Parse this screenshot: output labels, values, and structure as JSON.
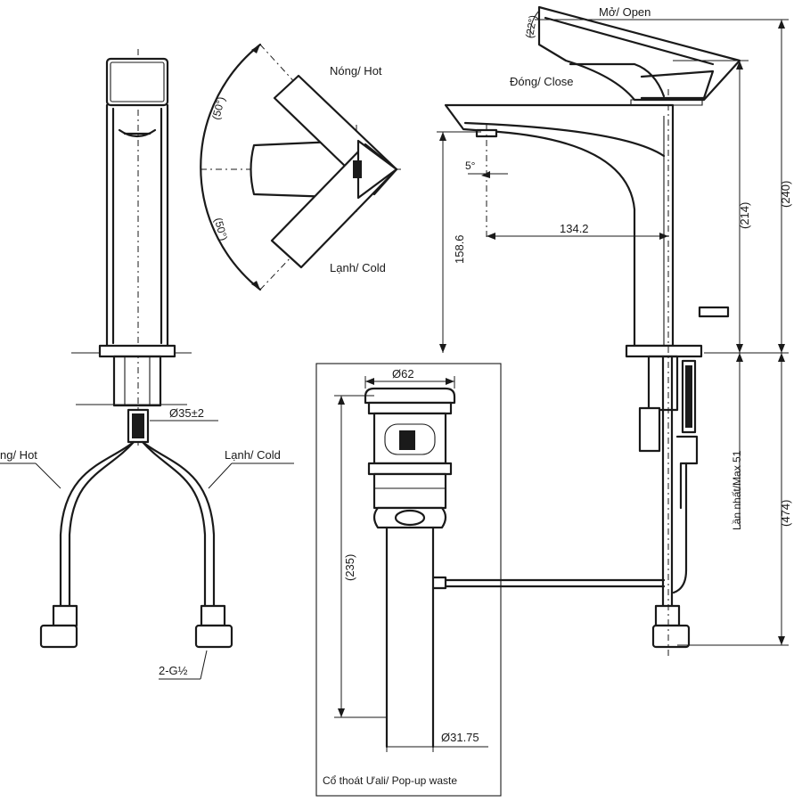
{
  "labels": {
    "hot_handle": "Nóng/ Hot",
    "cold_handle": "Lạnh/ Cold",
    "hot_hose": "ng/ Hot",
    "cold_hose": "Lạnh/ Cold",
    "open": "Mở/ Open",
    "close": "Đóng/ Close",
    "popup_waste": "Cổ thoát Ưali/ Pop-up waste",
    "max": "Lần nhất/Max 51"
  },
  "dimensions": {
    "handle_angle_hot": "(50°)",
    "handle_angle_cold": "(50°)",
    "lever_angle": "(22°)",
    "spout_angle": "5°",
    "hole_diameter": "Ø35±2",
    "connector": "2-G½",
    "reach": "134.2",
    "spout_height": "158.6",
    "outlet_height": "(214)",
    "total_height": "(240)",
    "below_deck": "(474)",
    "waste_top_diameter": "Ø62",
    "waste_length": "(235)",
    "waste_bottom_diameter": "Ø31.75"
  }
}
